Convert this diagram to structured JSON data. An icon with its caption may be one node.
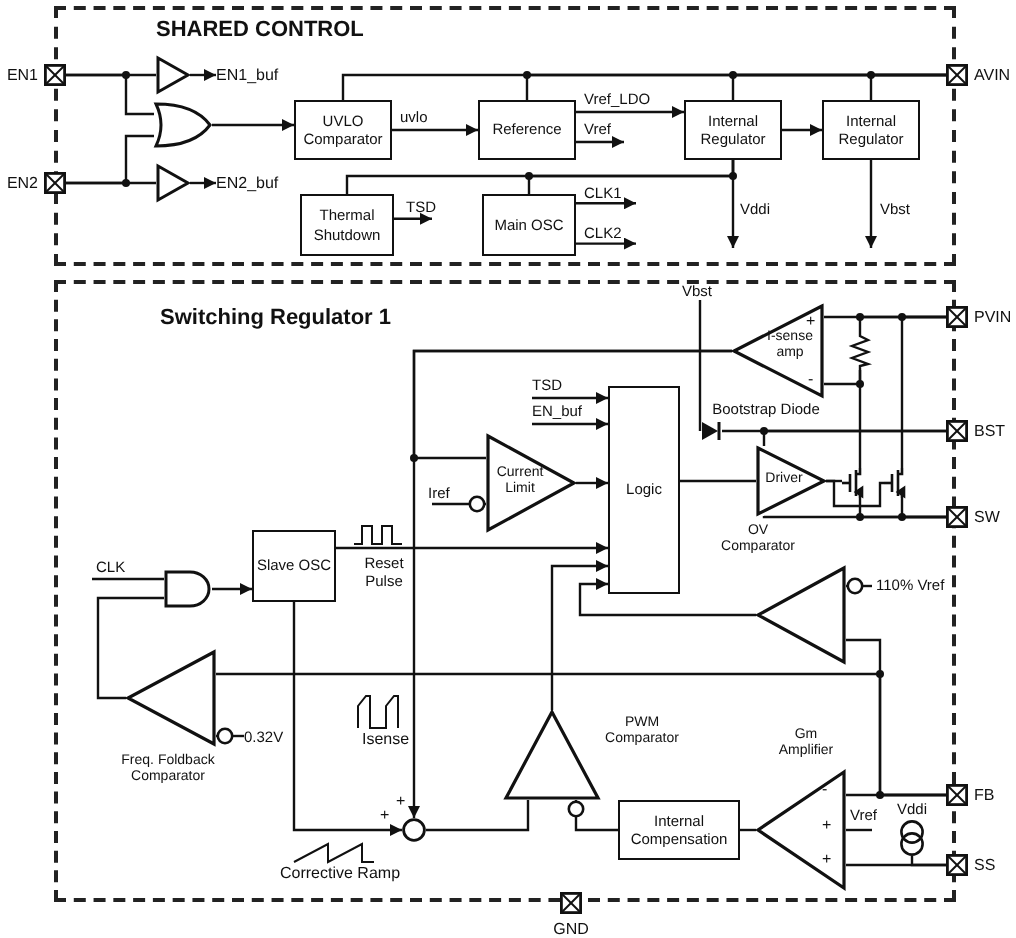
{
  "diagram": {
    "nodes": [
      {
        "text": [
          "SHARED CONTROL"
        ]
      },
      {
        "text": [
          "EN1"
        ]
      },
      {
        "text": [
          "EN2"
        ]
      },
      {
        "text": [
          "AVIN"
        ]
      },
      {
        "text": [],
        "shape": "triangle",
        "in": 0
      },
      {
        "text": [
          "EN1_buf"
        ],
        "in": 0
      },
      {
        "text": [],
        "shape": "gate",
        "in": 0
      },
      {
        "text": [],
        "shape": "triangle",
        "in": 0
      },
      {
        "text": [
          "EN2_buf"
        ],
        "in": 0
      },
      {
        "text": [
          "UVLO Comparator"
        ],
        "in": 0
      },
      {
        "text": [
          "Reference"
        ],
        "in": 0
      },
      {
        "text": [
          "Internal Regulator"
        ],
        "in": 0
      },
      {
        "text": [
          "Internal Regulator"
        ],
        "in": 0
      },
      {
        "text": [
          "Thermal Shutdown"
        ],
        "in": 0
      },
      {
        "text": [
          "Main OSC"
        ],
        "in": 0
      },
      {
        "text": [
          "Switching Regulator 1"
        ]
      },
      {
        "text": [
          "PVIN"
        ]
      },
      {
        "text": [
          "BST"
        ]
      },
      {
        "text": [
          "SW"
        ]
      },
      {
        "text": [
          "FB"
        ]
      },
      {
        "text": [
          "SS"
        ]
      },
      {
        "text": [
          "GND"
        ]
      },
      {
        "text": [
          "I-sense amp"
        ],
        "in": 15
      },
      {
        "text": [
          "Current Limit"
        ],
        "in": 15
      },
      {
        "text": [
          "Logic"
        ],
        "in": 15
      },
      {
        "text": [
          "Driver"
        ],
        "in": 15
      },
      {
        "text": [],
        "shape": "diode",
        "beside": [
          "Bootstrap Diode"
        ],
        "in": 15
      },
      {
        "text": [
          "OV Comparator"
        ],
        "in": 15
      },
      {
        "text": [
          "Slave OSC"
        ],
        "in": 15
      },
      {
        "text": [],
        "shape": "gate",
        "in": 15
      },
      {
        "text": [
          "Freq. Foldback Comparator"
        ],
        "in": 15
      },
      {
        "text": [
          "PWM Comparator"
        ],
        "in": 15
      },
      {
        "text": [],
        "shape": "circle",
        "in": 15
      },
      {
        "text": [
          "Internal Compensation"
        ],
        "in": 15
      },
      {
        "text": [
          "Gm Amplifier"
        ],
        "in": 15
      },
      {
        "text": [],
        "shape": "transistor",
        "in": 15
      },
      {
        "text": [],
        "shape": "transistor",
        "in": 15
      },
      {
        "text": [],
        "shape": "resistor",
        "in": 15
      },
      {
        "text": [],
        "shape": "source",
        "beside": [
          "Vddi"
        ],
        "in": 15
      }
    ],
    "edges": [
      {
        "from": 1,
        "to": 4,
        "arrow": "none"
      },
      {
        "from": 1,
        "to": 6,
        "arrow": "none"
      },
      {
        "from": 2,
        "to": 7,
        "arrow": "none"
      },
      {
        "from": 2,
        "to": 6,
        "arrow": "none"
      },
      {
        "from": 4,
        "to": 5,
        "arrow": "to"
      },
      {
        "from": 7,
        "to": 8,
        "arrow": "to"
      },
      {
        "from": 6,
        "to": 9,
        "arrow": "to"
      },
      {
        "from": 9,
        "to": 10,
        "arrow": "to",
        "label": "uvlo"
      },
      {
        "from": 10,
        "to": 11,
        "arrow": "to",
        "label": "Vref_LDO"
      },
      {
        "from": 10,
        "to": null,
        "arrow": "to",
        "label": "Vref"
      },
      {
        "from": 11,
        "to": 12,
        "arrow": "to"
      },
      {
        "from": 3,
        "to": 9,
        "arrow": "none"
      },
      {
        "from": 3,
        "to": 10,
        "arrow": "none"
      },
      {
        "from": 3,
        "to": 11,
        "arrow": "none"
      },
      {
        "from": 3,
        "to": 12,
        "arrow": "none"
      },
      {
        "from": 11,
        "to": null,
        "arrow": "to",
        "label": "Vddi"
      },
      {
        "from": 12,
        "to": null,
        "arrow": "to",
        "label": "Vbst"
      },
      {
        "from": 11,
        "to": 13,
        "arrow": "none"
      },
      {
        "from": 11,
        "to": 14,
        "arrow": "none"
      },
      {
        "from": 13,
        "to": null,
        "arrow": "to",
        "label": "TSD"
      },
      {
        "from": 14,
        "to": null,
        "arrow": "to",
        "label": "CLK1"
      },
      {
        "from": 14,
        "to": null,
        "arrow": "to",
        "label": "CLK2"
      },
      {
        "from": 16,
        "to": 22,
        "arrow": "none"
      },
      {
        "from": 16,
        "to": 37,
        "arrow": "none"
      },
      {
        "from": 37,
        "to": 22,
        "arrow": "none"
      },
      {
        "from": 16,
        "to": 36,
        "arrow": "none"
      },
      {
        "from": 37,
        "to": 35,
        "arrow": "none"
      },
      {
        "from": 35,
        "to": 18,
        "arrow": "none"
      },
      {
        "from": 36,
        "to": 18,
        "arrow": "none"
      },
      {
        "from": 25,
        "to": 18,
        "arrow": "none"
      },
      {
        "from": 25,
        "to": 35,
        "arrow": "none"
      },
      {
        "from": 25,
        "to": 36,
        "arrow": "none"
      },
      {
        "from": null,
        "to": 26,
        "arrow": "none",
        "label": "Vbst"
      },
      {
        "from": 26,
        "to": 17,
        "arrow": "none"
      },
      {
        "from": 17,
        "to": 25,
        "arrow": "none"
      },
      {
        "from": 22,
        "to": 32,
        "arrow": "to"
      },
      {
        "from": 22,
        "to": 23,
        "arrow": "none"
      },
      {
        "from": null,
        "to": 24,
        "arrow": "to",
        "label": "TSD"
      },
      {
        "from": null,
        "to": 24,
        "arrow": "to",
        "label": "EN_buf"
      },
      {
        "from": null,
        "to": 23,
        "arrow": "other",
        "label": "Iref"
      },
      {
        "from": 23,
        "to": 24,
        "arrow": "to"
      },
      {
        "from": 24,
        "to": 25,
        "arrow": "none"
      },
      {
        "from": 28,
        "to": 24,
        "arrow": "to",
        "label": "Reset Pulse"
      },
      {
        "from": null,
        "to": 29,
        "arrow": "none",
        "label": "CLK"
      },
      {
        "from": 30,
        "to": 29,
        "arrow": "none"
      },
      {
        "from": 29,
        "to": 28,
        "arrow": "to"
      },
      {
        "from": 19,
        "to": 30,
        "arrow": "none"
      },
      {
        "from": 19,
        "to": 27,
        "arrow": "none"
      },
      {
        "from": 19,
        "to": 34,
        "arrow": "none"
      },
      {
        "from": null,
        "to": 27,
        "arrow": "other",
        "label": "110% Vref"
      },
      {
        "from": null,
        "to": 30,
        "arrow": "other",
        "label": "0.32V"
      },
      {
        "from": 27,
        "to": 24,
        "arrow": "to"
      },
      {
        "from": 31,
        "to": 24,
        "arrow": "to"
      },
      {
        "from": 28,
        "to": 32,
        "arrow": "to"
      },
      {
        "from": 32,
        "to": 31,
        "arrow": "none"
      },
      {
        "from": 33,
        "to": 31,
        "arrow": "other"
      },
      {
        "from": 34,
        "to": 33,
        "arrow": "none"
      },
      {
        "from": null,
        "to": 34,
        "arrow": "none",
        "label": "Vref"
      },
      {
        "from": 20,
        "to": 34,
        "arrow": "none"
      },
      {
        "from": 38,
        "to": 20,
        "arrow": "none"
      }
    ],
    "labels": [
      "+",
      "-",
      "Isense",
      "-",
      "+",
      "+",
      "+",
      "+",
      "Corrective Ramp"
    ]
  }
}
